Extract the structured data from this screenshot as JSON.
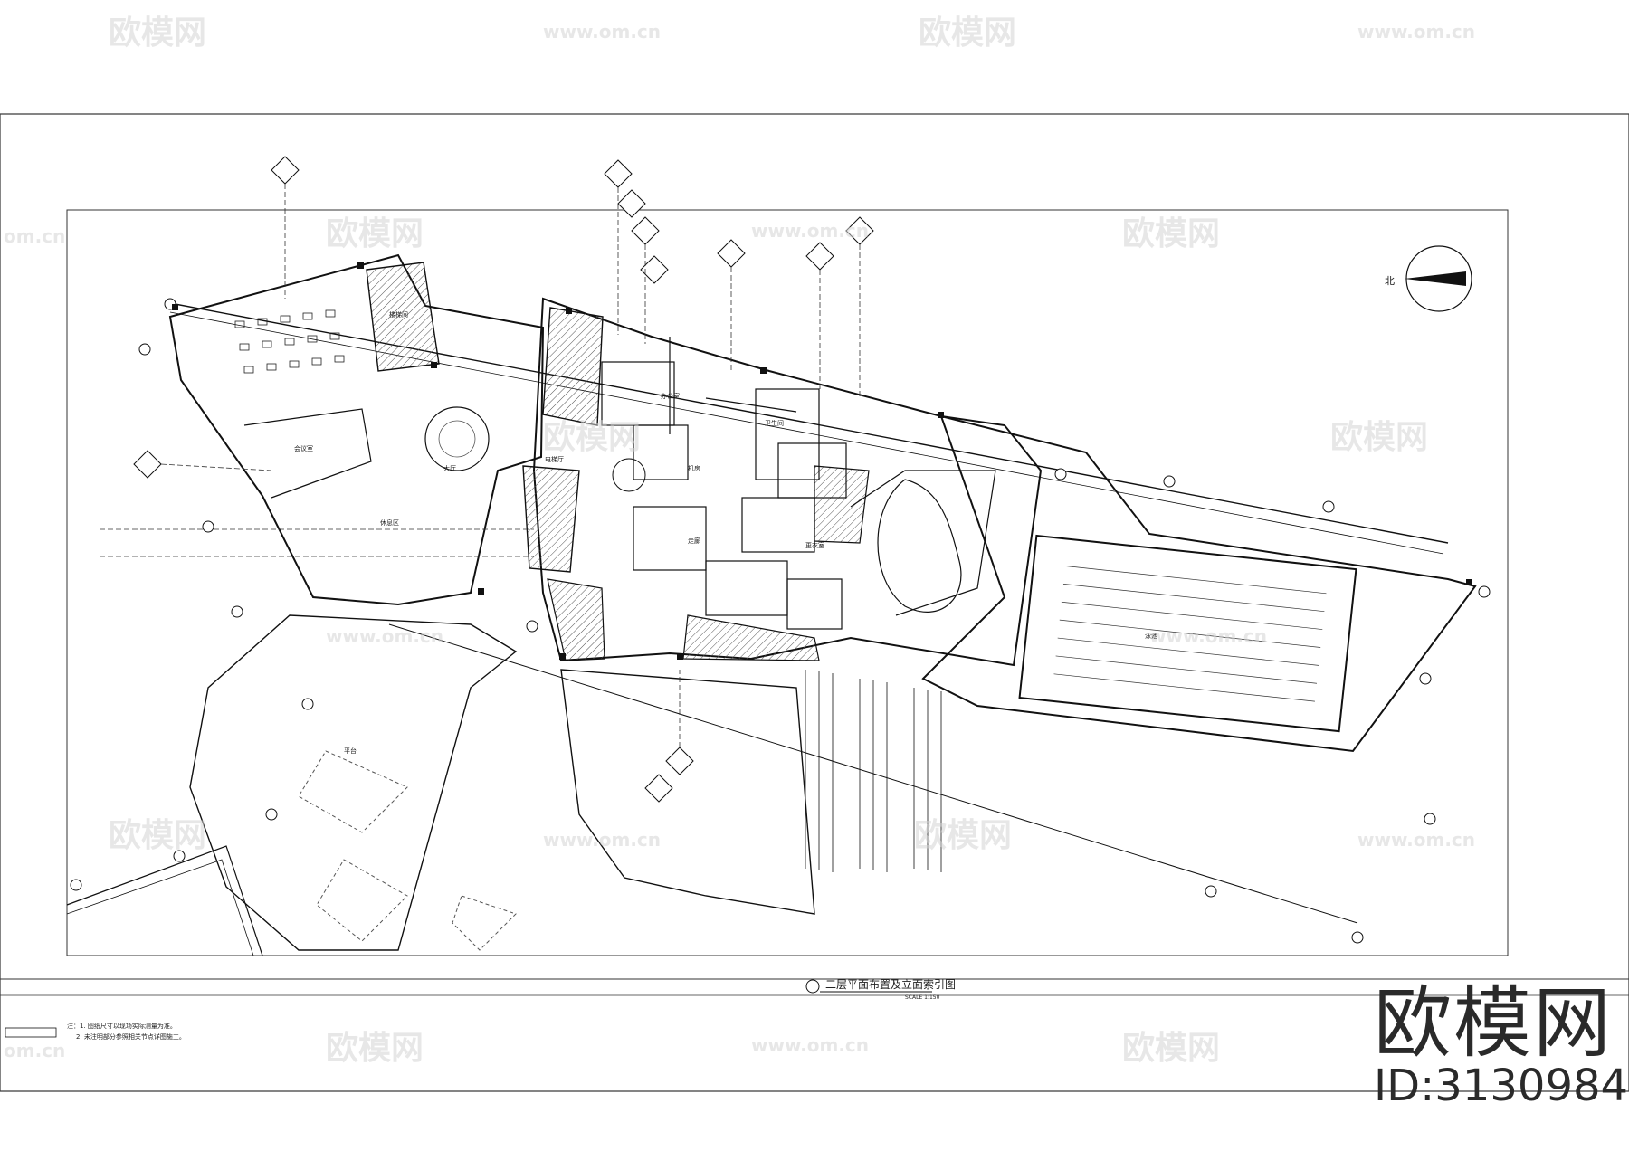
{
  "watermarks": {
    "brand_glyph": "欧模网",
    "site": "www.om.cn",
    "site_fragment": "om.cn"
  },
  "stamp": {
    "brand": "欧模网",
    "id": "ID:3130984"
  },
  "plan": {
    "north_symbol": "north-arrow-icon",
    "north_label": "北",
    "drawing_title": "二层平面布置及立面索引图",
    "scale_text": "SCALE 1:150",
    "room_labels": [
      "泳池",
      "大厅",
      "休息区",
      "卫生间",
      "更衣室",
      "楼梯间",
      "电梯厅",
      "走廊",
      "平台",
      "机房",
      "办公室",
      "会议室"
    ],
    "notes": [
      "注：1. 图纸尺寸以现场实际测量为准。",
      "2. 未注明部分参照相关节点详图施工。"
    ]
  },
  "colors": {
    "line": "#1a1a1a",
    "hatch": "#555555",
    "watermark": "#d6d6d6",
    "background": "#ffffff"
  }
}
